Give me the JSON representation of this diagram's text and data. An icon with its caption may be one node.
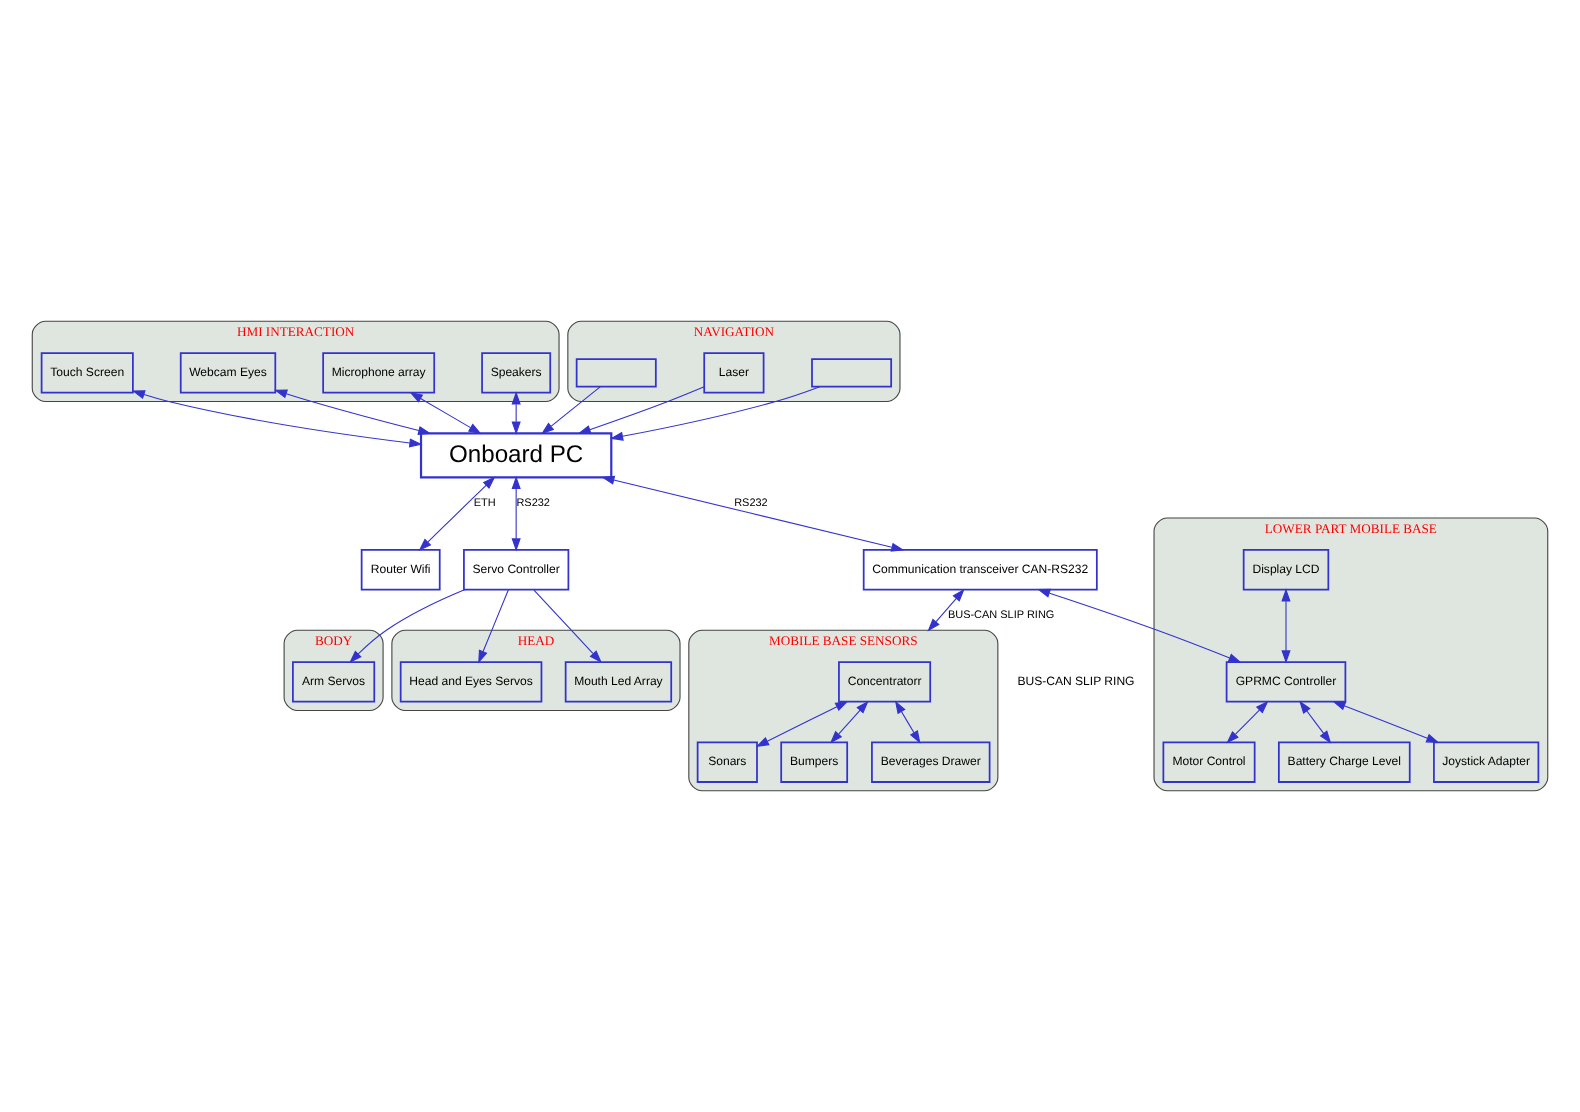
{
  "diagram": {
    "nodes": [
      {
        "text": [
          "HMI INTERACTION"
        ]
      },
      {
        "text": [
          "Touch Screen"
        ],
        "in": 0
      },
      {
        "text": [
          "Webcam Eyes"
        ],
        "in": 0
      },
      {
        "text": [
          "Microphone array"
        ],
        "in": 0
      },
      {
        "text": [
          "Speakers"
        ],
        "in": 0
      },
      {
        "text": [
          "NAVIGATION"
        ]
      },
      {
        "text": [],
        "shape": "box",
        "in": 5
      },
      {
        "text": [
          "Laser"
        ],
        "in": 5
      },
      {
        "text": [],
        "shape": "box",
        "in": 5
      },
      {
        "text": [
          "Onboard PC"
        ]
      },
      {
        "text": [
          "Router Wifi"
        ]
      },
      {
        "text": [
          "Servo Controller"
        ]
      },
      {
        "text": [
          "HEAD"
        ]
      },
      {
        "text": [
          "Mouth Led Array"
        ],
        "in": 12
      },
      {
        "text": [
          "Head and Eyes Servos"
        ],
        "in": 12
      },
      {
        "text": [
          "BODY"
        ]
      },
      {
        "text": [
          "Arm Servos"
        ],
        "in": 15
      },
      {
        "text": [
          "Communication transceiver CAN-RS232"
        ]
      },
      {
        "text": [
          "LOWER PART MOBILE BASE"
        ]
      },
      {
        "text": [
          "Display LCD"
        ],
        "in": 18
      },
      {
        "text": [
          "GPRMC Controller"
        ],
        "in": 18
      },
      {
        "text": [
          "Motor Control"
        ],
        "in": 18
      },
      {
        "text": [
          "Battery Charge Level"
        ],
        "in": 18
      },
      {
        "text": [
          "Joystick Adapter"
        ],
        "in": 18
      },
      {
        "text": [
          "MOBILE BASE SENSORS"
        ]
      },
      {
        "text": [
          "Concentratorr"
        ],
        "in": 24
      },
      {
        "text": [
          "Sonars"
        ],
        "in": 24
      },
      {
        "text": [
          "Bumpers"
        ],
        "in": 24
      },
      {
        "text": [
          "Beverages Drawer"
        ],
        "in": 24
      }
    ],
    "edges": [
      {
        "from": 9,
        "to": 1,
        "arrow": "both"
      },
      {
        "from": 9,
        "to": 2,
        "arrow": "both"
      },
      {
        "from": 9,
        "to": 3,
        "arrow": "both"
      },
      {
        "from": 9,
        "to": 4,
        "arrow": "both"
      },
      {
        "from": 6,
        "to": 9,
        "arrow": "to"
      },
      {
        "from": 7,
        "to": 9,
        "arrow": "to"
      },
      {
        "from": 8,
        "to": 9,
        "arrow": "to"
      },
      {
        "from": 9,
        "to": 10,
        "arrow": "both",
        "label": "ETH"
      },
      {
        "from": 9,
        "to": 11,
        "arrow": "both",
        "label": "RS232"
      },
      {
        "from": 11,
        "to": 13,
        "arrow": "to"
      },
      {
        "from": 11,
        "to": 14,
        "arrow": "to"
      },
      {
        "from": 11,
        "to": 16,
        "arrow": "to"
      },
      {
        "from": 9,
        "to": 17,
        "arrow": "both",
        "label": "RS232"
      },
      {
        "from": 17,
        "to": 20,
        "arrow": "both"
      },
      {
        "from": 17,
        "to": 24,
        "arrow": "both",
        "label": "BUS-CAN SLIP RING"
      },
      {
        "from": 19,
        "to": 20,
        "arrow": "both"
      },
      {
        "from": 20,
        "to": 21,
        "arrow": "both"
      },
      {
        "from": 20,
        "to": 22,
        "arrow": "both"
      },
      {
        "from": 20,
        "to": 23,
        "arrow": "both"
      },
      {
        "from": 25,
        "to": 26,
        "arrow": "both"
      },
      {
        "from": 25,
        "to": 27,
        "arrow": "both"
      },
      {
        "from": 25,
        "to": 28,
        "arrow": "both"
      }
    ],
    "labels": [
      "BUS-CAN SLIP RING"
    ]
  }
}
